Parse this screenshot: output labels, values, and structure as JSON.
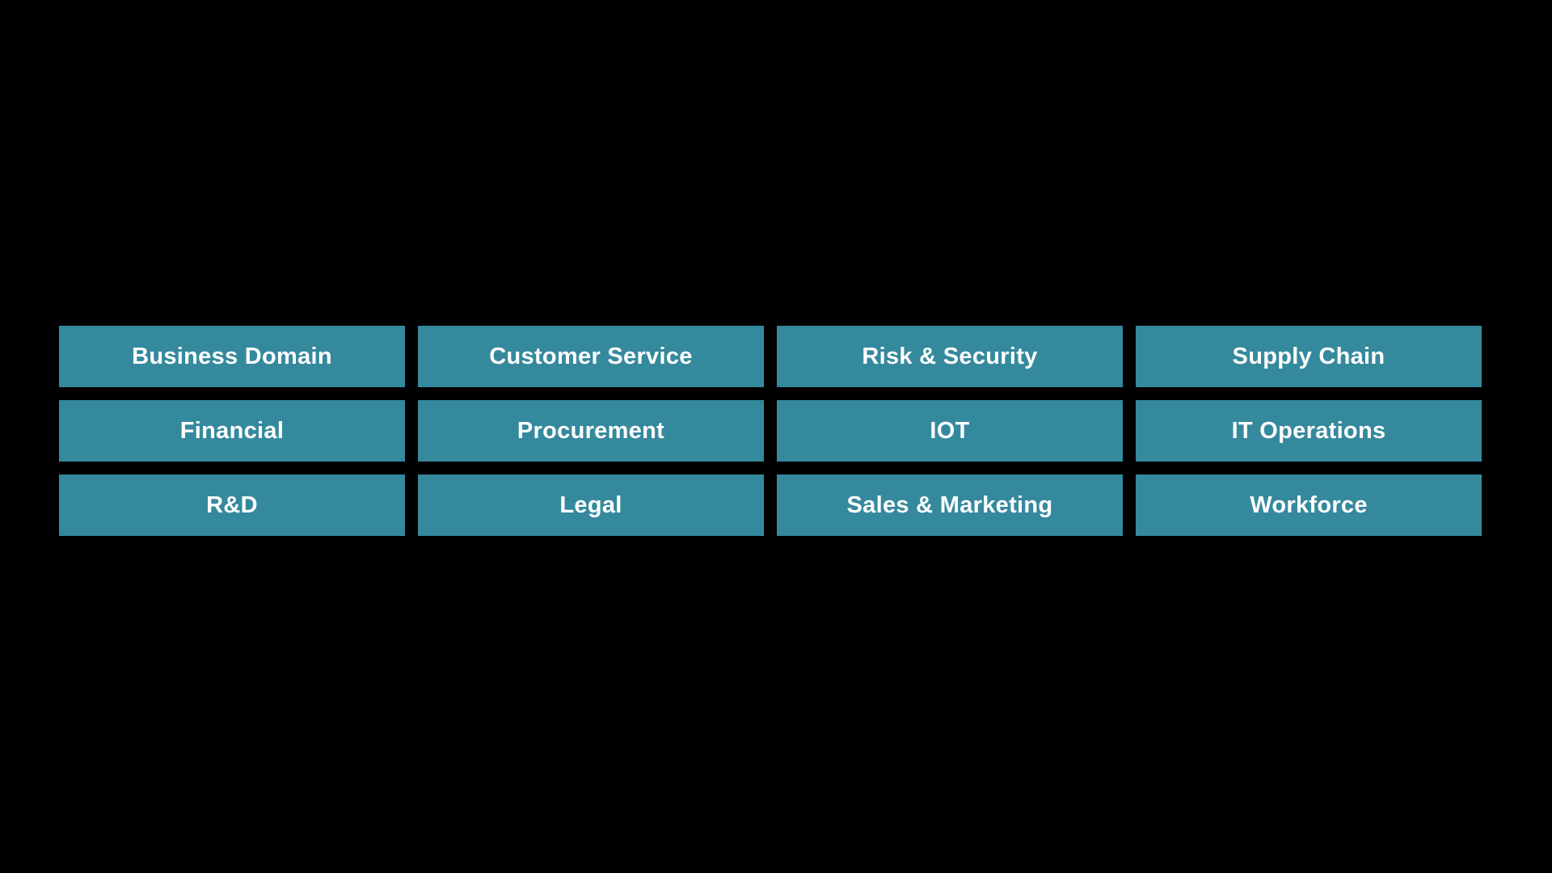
{
  "colors": {
    "page-background": "#000000",
    "button-fill": "#35899D",
    "button-text": "#FFFFFF",
    "shadow-fill": "#76818D",
    "shadow-border": "#A7B1BC"
  },
  "grid": {
    "rows": 3,
    "columns": 4
  },
  "buttons": [
    {
      "label": "Business Domain"
    },
    {
      "label": "Customer Service"
    },
    {
      "label": "Risk & Security"
    },
    {
      "label": "Supply Chain"
    },
    {
      "label": "Financial"
    },
    {
      "label": "Procurement"
    },
    {
      "label": "IOT"
    },
    {
      "label": "IT Operations"
    },
    {
      "label": "R&D"
    },
    {
      "label": "Legal"
    },
    {
      "label": "Sales & Marketing"
    },
    {
      "label": "Workforce"
    }
  ]
}
